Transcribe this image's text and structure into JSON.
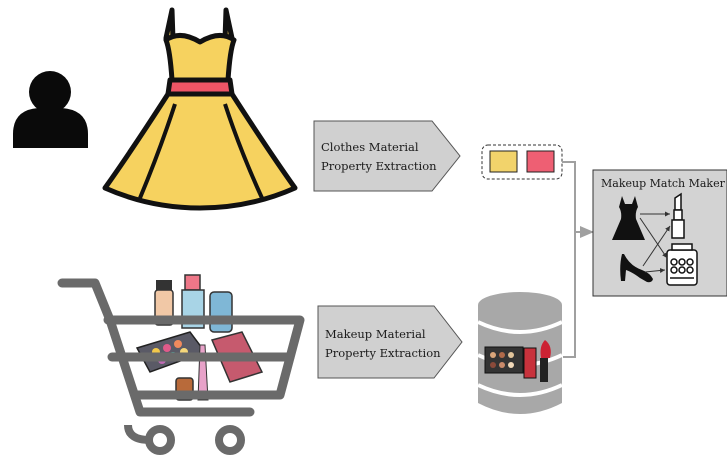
{
  "clothes_box": {
    "line1": "Clothes Material",
    "line2": "Property Extraction"
  },
  "makeup_box": {
    "line1": "Makeup Material",
    "line2": "Property Extraction"
  },
  "matchmaker": {
    "title": "Makeup Match Maker"
  },
  "extracted_colors": [
    "#f2d36b",
    "#ee5f73"
  ],
  "colors": {
    "dress_yellow": "#f6d25f",
    "dress_belt": "#ee5566",
    "panel_gray": "#d3d3d3",
    "arrow_box_gray": "#d0d0d0",
    "cart_gray": "#6a6a6a",
    "database_gray": "#a8a8a8",
    "connector_gray": "#a0a0a0"
  },
  "icons": [
    "person-icon",
    "dress-icon",
    "shopping-cart-icon",
    "database-icon",
    "heel-icon",
    "lipstick-icon",
    "palette-icon"
  ]
}
